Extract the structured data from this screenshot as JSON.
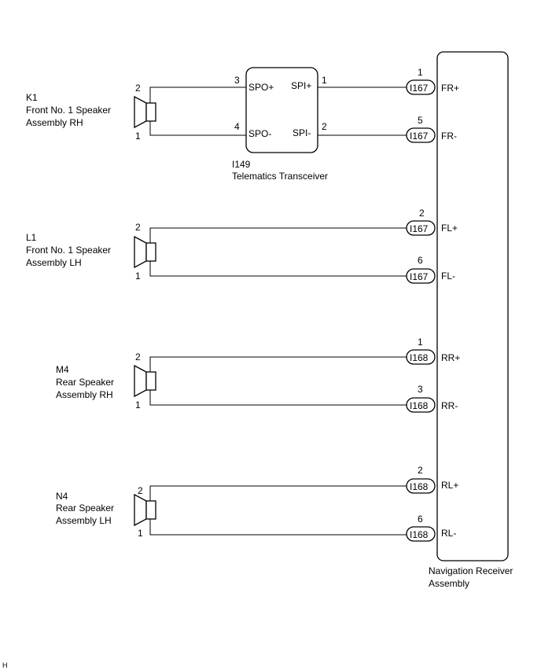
{
  "speakers": [
    {
      "code": "K1",
      "name_lines": [
        "Front No. 1 Speaker",
        "Assembly RH"
      ],
      "pin_top": "2",
      "pin_bottom": "1"
    },
    {
      "code": "L1",
      "name_lines": [
        "Front No. 1 Speaker",
        "Assembly LH"
      ],
      "pin_top": "2",
      "pin_bottom": "1"
    },
    {
      "code": "M4",
      "name_lines": [
        "Rear Speaker",
        "Assembly RH"
      ],
      "pin_top": "2",
      "pin_bottom": "1"
    },
    {
      "code": "N4",
      "name_lines": [
        "Rear Speaker",
        "Assembly LH"
      ],
      "pin_top": "2",
      "pin_bottom": "1"
    }
  ],
  "transceiver": {
    "code": "I149",
    "name": "Telematics Transceiver",
    "pins": [
      {
        "label": "SPO+",
        "num": "3"
      },
      {
        "label": "SPO-",
        "num": "4"
      },
      {
        "label": "SPI+",
        "num": "1"
      },
      {
        "label": "SPI-",
        "num": "2"
      }
    ]
  },
  "receiver": {
    "name_lines": [
      "Navigation Receiver",
      "Assembly"
    ],
    "terminals": [
      {
        "connector": "I167",
        "pin": "1",
        "label": "FR+"
      },
      {
        "connector": "I167",
        "pin": "5",
        "label": "FR-"
      },
      {
        "connector": "I167",
        "pin": "2",
        "label": "FL+"
      },
      {
        "connector": "I167",
        "pin": "6",
        "label": "FL-"
      },
      {
        "connector": "I168",
        "pin": "1",
        "label": "RR+"
      },
      {
        "connector": "I168",
        "pin": "3",
        "label": "RR-"
      },
      {
        "connector": "I168",
        "pin": "2",
        "label": "RL+"
      },
      {
        "connector": "I168",
        "pin": "6",
        "label": "RL-"
      }
    ]
  },
  "corner_mark": "H"
}
